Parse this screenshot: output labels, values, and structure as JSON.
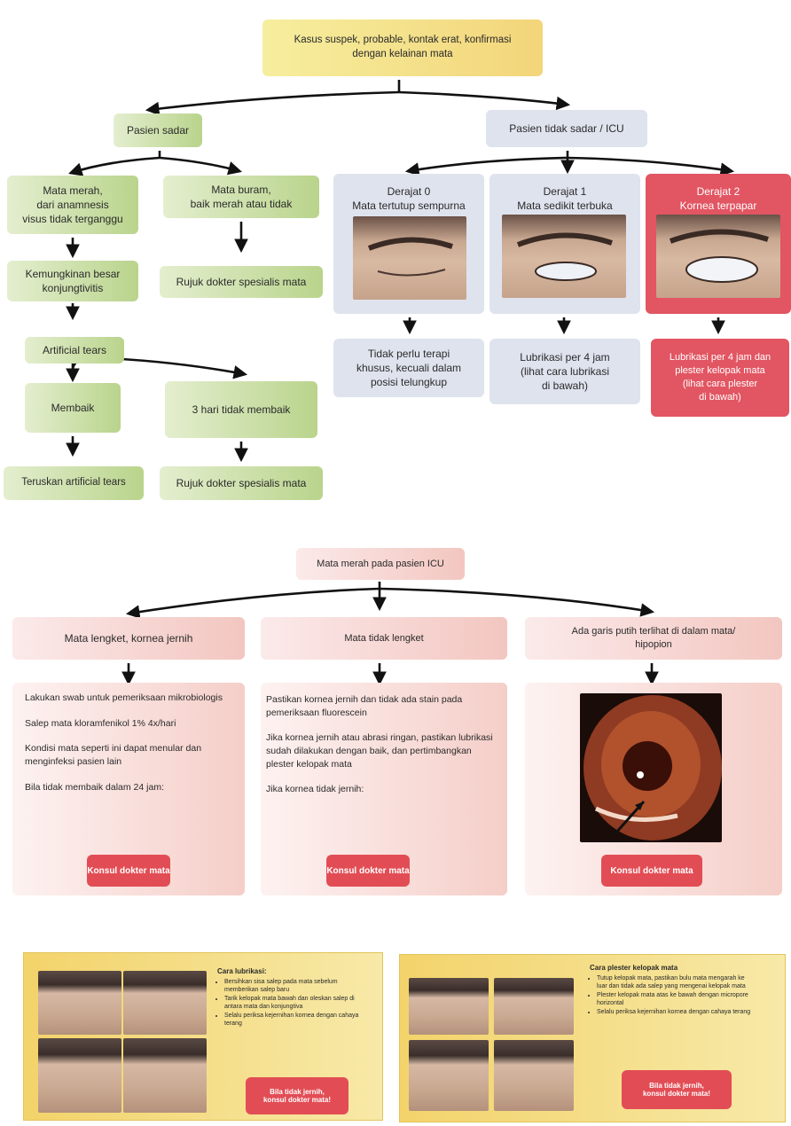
{
  "top": {
    "start": [
      "Kasus suspek, probable, kontak erat, konfirmasi",
      "dengan kelainan mata"
    ],
    "conscious": "Pasien sadar",
    "unconscious": "Pasien tidak sadar / ICU",
    "red_eye": [
      "Mata merah,",
      "dari anamnesis",
      "visus tidak terganggu"
    ],
    "blurry": [
      "Mata buram,",
      "baik merah atau tidak"
    ],
    "likely": [
      "Kemungkinan besar",
      "konjungtivitis"
    ],
    "refer1": "Rujuk dokter spesialis mata",
    "tears": "Artificial tears",
    "improve": "Membaik",
    "no_improve": "3 hari tidak membaik",
    "continue": "Teruskan artificial tears",
    "refer2": "Rujuk dokter spesialis mata",
    "grade0": {
      "title": "Derajat 0",
      "sub": "Mata tertutup sempurna"
    },
    "grade1": {
      "title": "Derajat 1",
      "sub": "Mata sedikit terbuka"
    },
    "grade2": {
      "title": "Derajat 2",
      "sub": "Kornea terpapar"
    },
    "action0": [
      "Tidak perlu terapi",
      "khusus, kecuali dalam",
      "posisi telungkup"
    ],
    "action1": [
      "Lubrikasi per 4 jam",
      "(lihat cara lubrikasi",
      "di bawah)"
    ],
    "action2": [
      "Lubrikasi per 4 jam dan",
      "plester kelopak mata",
      "(lihat cara plester",
      "di bawah)"
    ]
  },
  "icu": {
    "header": "Mata merah pada pasien ICU",
    "col1_title": "Mata lengket, kornea jernih",
    "col2_title": "Mata tidak lengket",
    "col3_title": [
      "Ada garis putih terlihat di dalam mata/",
      "hipopion"
    ],
    "col1_text": [
      "Lakukan swab untuk pemeriksaan mikrobiologis",
      "Salep mata kloramfenikol 1% 4x/hari",
      "Kondisi mata seperti ini dapat menular dan menginfeksi pasien lain",
      "Bila tidak membaik dalam 24 jam:"
    ],
    "col2_text": [
      "Pastikan kornea jernih dan tidak ada stain pada pemeriksaan fluorescein",
      "Jika kornea jernih atau abrasi ringan, pastikan lubrikasi sudah dilakukan dengan baik, dan pertimbangkan plester kelopak mata",
      "Jika kornea tidak jernih:"
    ],
    "consult": "Konsul dokter mata"
  },
  "bottom": {
    "lub_title": "Cara lubrikasi:",
    "lub_items": [
      "Bersihkan sisa salep pada mata sebelum memberikan salep baru",
      "Tarik kelopak mata bawah dan oleskan salep di antara mata dan konjungtiva",
      "Selalu periksa kejernihan kornea dengan cahaya terang"
    ],
    "plaster_title": "Cara plester kelopak mata",
    "plaster_items": [
      "Tutup kelopak mata, pastikan bulu mata mengarah ke luar dan tidak ada salep yang mengenai kelopak mata",
      "Plester kelopak mata atas ke bawah dengan micropore horizontal",
      "Selalu periksa kejernihan kornea dengan cahaya terang"
    ],
    "warn": [
      "Bila tidak jernih,",
      "konsul dokter mata!"
    ]
  },
  "colors": {
    "yellow": "#f3d57a",
    "green": "#b9d48c",
    "blue": "#dfe3ee",
    "red": "#e25562",
    "pink": "#f3c6c0"
  }
}
